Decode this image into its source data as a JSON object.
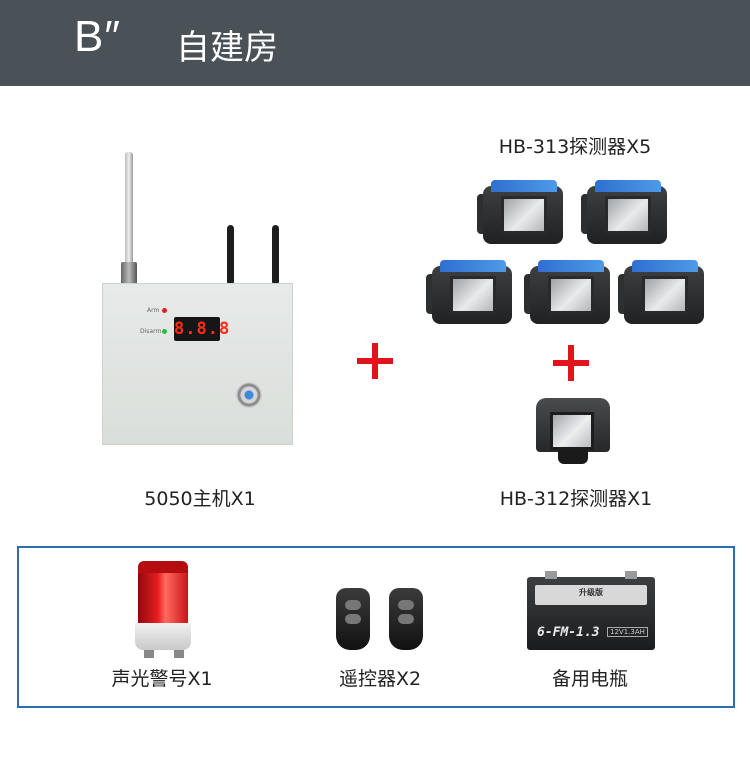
{
  "header": {
    "code": "B″",
    "title": "自建房",
    "background": "#4a5157"
  },
  "products": {
    "main_unit": {
      "label": "5050主机X1",
      "display": "8.8.8",
      "led_arm": "Arm",
      "led_disarm": "Disarm"
    },
    "detector_313": {
      "label": "HB-313探测器X5",
      "count": 5
    },
    "detector_312": {
      "label": "HB-312探测器X1",
      "count": 1
    }
  },
  "accessories": {
    "siren": {
      "label": "声光警号X1"
    },
    "remote": {
      "label": "遥控器X2",
      "count": 2
    },
    "battery": {
      "label": "备用电瓶",
      "model": "6-FM-1.3",
      "spec": "12V1.3AH",
      "brand": "升级版"
    }
  },
  "colors": {
    "plus": "#e0141a",
    "panel_border": "#2f6cab",
    "detector_top": "#2f6fd0"
  },
  "icons": {
    "plus": "plus-icon"
  }
}
